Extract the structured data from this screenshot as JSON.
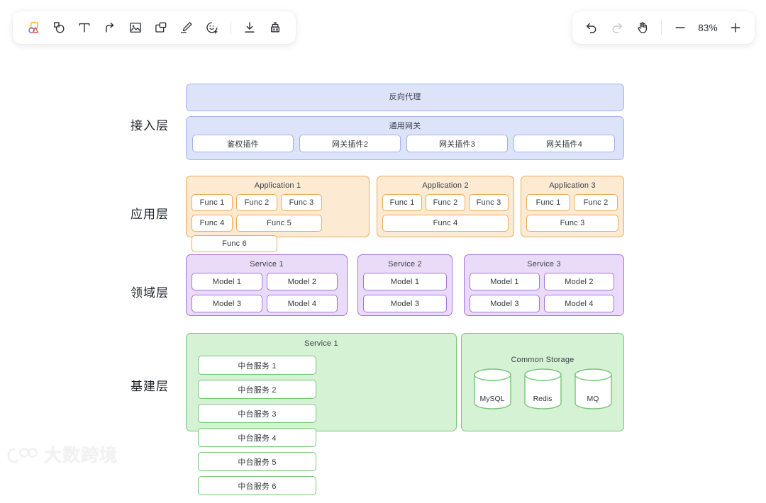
{
  "toolbar_left": {
    "tools": [
      {
        "name": "select-shapes-icon",
        "label": "Select"
      },
      {
        "name": "shapes-icon",
        "label": "Shapes"
      },
      {
        "name": "text-icon",
        "label": "Text"
      },
      {
        "name": "connector-arrow-icon",
        "label": "Connector"
      },
      {
        "name": "image-icon",
        "label": "Image"
      },
      {
        "name": "frame-icon",
        "label": "Frame"
      },
      {
        "name": "pen-icon",
        "label": "Pen"
      },
      {
        "name": "sticker-icon",
        "label": "Sticker"
      },
      {
        "name": "import-icon",
        "label": "Import"
      },
      {
        "name": "eraser-brush-icon",
        "label": "Eraser"
      }
    ]
  },
  "toolbar_right": {
    "undo": {
      "name": "undo-icon",
      "label": "Undo",
      "enabled": true
    },
    "redo": {
      "name": "redo-icon",
      "label": "Redo",
      "enabled": false
    },
    "hand": {
      "name": "hand-icon",
      "label": "Pan"
    },
    "zoom_out_label": "−",
    "zoom_in_label": "+",
    "zoom_level": "83%"
  },
  "diagram": {
    "layers": [
      {
        "label": "接入层",
        "color": "#9fb3ef",
        "groups": [
          {
            "title": "反向代理",
            "items": []
          },
          {
            "title": "通用网关",
            "items": [
              "鉴权插件",
              "网关插件2",
              "网关插件3",
              "网关插件4"
            ]
          }
        ]
      },
      {
        "label": "应用层",
        "color": "#edab5a",
        "groups": [
          {
            "title": "Application 1",
            "items": [
              "Func 1",
              "Func 2",
              "Func 3",
              "Func 4",
              "Func 5",
              "Func 6"
            ]
          },
          {
            "title": "Application 2",
            "items": [
              "Func 1",
              "Func 2",
              "Func 3",
              "Func 4"
            ]
          },
          {
            "title": "Application 3",
            "items": [
              "Func 1",
              "Func 2",
              "Func 3"
            ]
          }
        ]
      },
      {
        "label": "领域层",
        "color": "#a872db",
        "groups": [
          {
            "title": "Service 1",
            "items": [
              "Model 1",
              "Model 2",
              "Model 3",
              "Model 4"
            ]
          },
          {
            "title": "Service 2",
            "items": [
              "Model 1",
              "Model 3"
            ]
          },
          {
            "title": "Service 3",
            "items": [
              "Model 1",
              "Model 2",
              "Model 3",
              "Model 4"
            ]
          }
        ]
      },
      {
        "label": "基建层",
        "color": "#76c776",
        "groups": [
          {
            "title": "Service 1",
            "items": [
              "中台服务 1",
              "中台服务 2",
              "中台服务 3",
              "中台服务 4",
              "中台服务 5",
              "中台服务 6"
            ]
          },
          {
            "title": "Common Storage",
            "databases": [
              "MySQL",
              "Redis",
              "MQ"
            ]
          }
        ]
      }
    ]
  },
  "watermark": {
    "text": "大数跨境"
  }
}
